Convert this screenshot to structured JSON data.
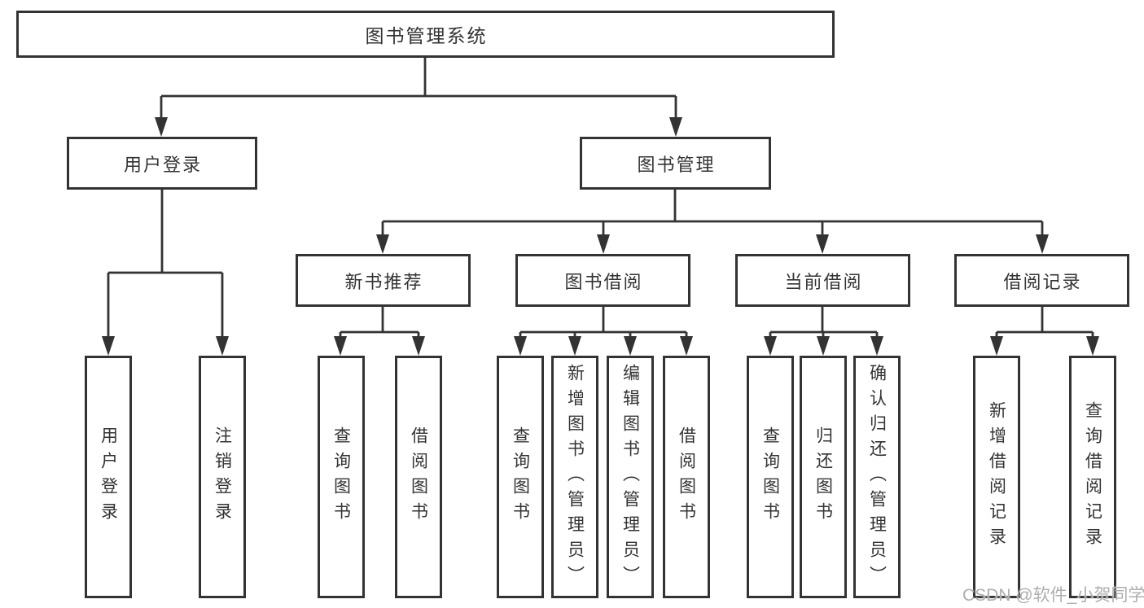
{
  "tree": {
    "label": "图书管理系统",
    "children": [
      {
        "label": "用户登录",
        "children": [
          {
            "label": "用户登录"
          },
          {
            "label": "注销登录"
          }
        ]
      },
      {
        "label": "图书管理",
        "children": [
          {
            "label": "新书推荐",
            "children": [
              {
                "label": "查询图书"
              },
              {
                "label": "借阅图书"
              }
            ]
          },
          {
            "label": "图书借阅",
            "children": [
              {
                "label": "查询图书"
              },
              {
                "label": "新增图书（管理员）"
              },
              {
                "label": "编辑图书（管理员）"
              },
              {
                "label": "借阅图书"
              }
            ]
          },
          {
            "label": "当前借阅",
            "children": [
              {
                "label": "查询图书"
              },
              {
                "label": "归还图书"
              },
              {
                "label": "确认归还（管理员）"
              }
            ]
          },
          {
            "label": "借阅记录",
            "children": [
              {
                "label": "新增借阅记录"
              },
              {
                "label": "查询借阅记录"
              }
            ]
          }
        ]
      }
    ]
  },
  "watermark": {
    "text": "CSDN @软件_小贺同学",
    "color": "#aeaeae"
  },
  "style": {
    "line_color": "#333333",
    "text_color": "#333333",
    "box_background": "#ffffff"
  }
}
